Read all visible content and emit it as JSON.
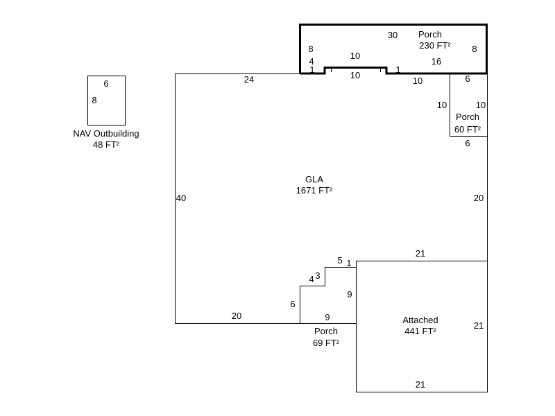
{
  "areas": {
    "gla": {
      "name": "GLA",
      "area": "1671 FT²"
    },
    "porch_top": {
      "name": "Porch",
      "area": "230 FT²"
    },
    "porch_right": {
      "name": "Porch",
      "area": "60 FT²"
    },
    "porch_bottom": {
      "name": "Porch",
      "area": "69 FT²"
    },
    "attached": {
      "name": "Attached",
      "area": "441 FT²"
    },
    "outbuilding": {
      "name": "NAV Outbuilding",
      "area": "48 FT²"
    }
  },
  "dimensions": {
    "gla_top": "24",
    "gla_left": "40",
    "gla_bottom": "20",
    "gla_right": "20",
    "porch_top_top": "30",
    "porch_top_left": "8",
    "porch_top_right": "8",
    "porch_top_inner": "16",
    "porch_top_notch_top": "10",
    "porch_top_notch_bottom": "10",
    "porch_top_step_left_h": "4",
    "porch_top_step_left_v": "1",
    "porch_top_step_right_v": "1",
    "porch_right_top": "6",
    "porch_right_left": "10",
    "porch_right_right": "10",
    "porch_right_bottom": "6",
    "porch_right_gla": "10",
    "porch_bottom_6": "6",
    "porch_bottom_4": "4",
    "porch_bottom_3": "3",
    "porch_bottom_5": "5",
    "porch_bottom_1": "1",
    "porch_bottom_9v": "9",
    "porch_bottom_9h": "9",
    "attached_top": "21",
    "attached_right": "21",
    "attached_bottom": "21",
    "outbuilding_top": "6",
    "outbuilding_left": "8"
  }
}
